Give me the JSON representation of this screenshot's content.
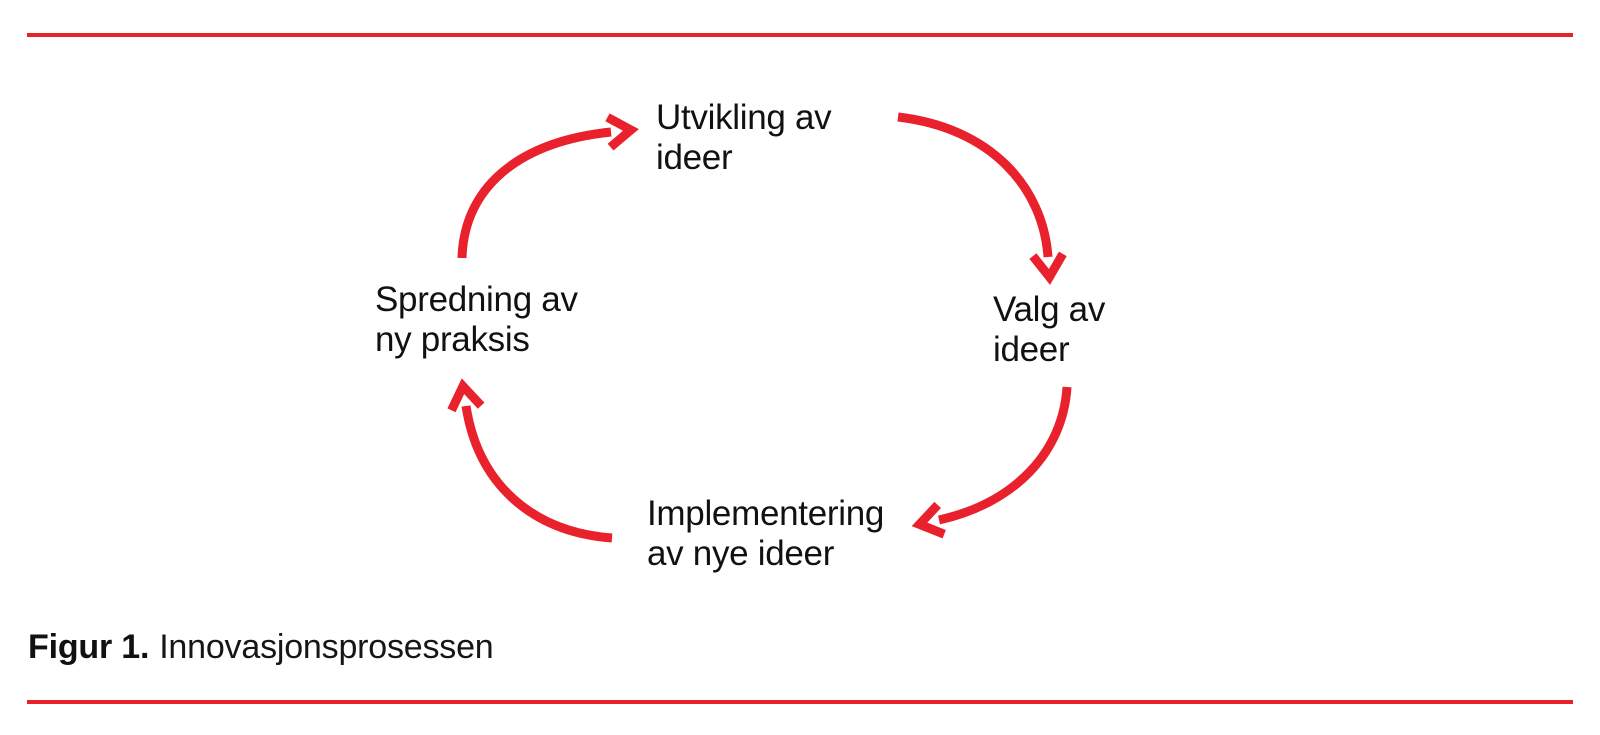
{
  "colors": {
    "accent_red": "#E8212C",
    "text_black": "#111111"
  },
  "caption": {
    "label": "Figur 1.",
    "text": "Innovasjonsprosessen"
  },
  "diagram": {
    "type": "cycle",
    "title": "Innovasjonsprosessen",
    "stages": [
      {
        "key": "utvikling-av-ideer",
        "line1": "Utvikling av",
        "line2": "ideer"
      },
      {
        "key": "valg-av-ideer",
        "line1": "Valg av",
        "line2": "ideer"
      },
      {
        "key": "implementering-av-nye-ideer",
        "line1": "Implementering",
        "line2": "av nye ideer"
      },
      {
        "key": "spredning-av-ny-praksis",
        "line1": "Spredning av",
        "line2": "ny praksis"
      }
    ],
    "arrows": [
      {
        "from": "spredning-av-ny-praksis",
        "to": "utvikling-av-ideer"
      },
      {
        "from": "utvikling-av-ideer",
        "to": "valg-av-ideer"
      },
      {
        "from": "valg-av-ideer",
        "to": "implementering-av-nye-ideer"
      },
      {
        "from": "implementering-av-nye-ideer",
        "to": "spredning-av-ny-praksis"
      }
    ]
  }
}
